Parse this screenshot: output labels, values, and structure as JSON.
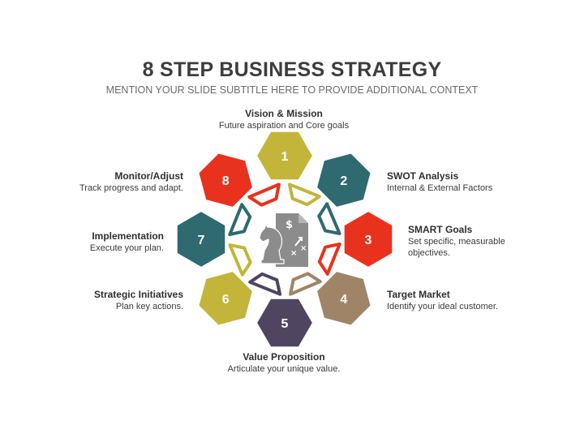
{
  "title": "8 STEP BUSINESS STRATEGY",
  "subtitle": "MENTION YOUR SLIDE SUBTITLE HERE TO PROVIDE ADDITIONAL CONTEXT",
  "steps": [
    {
      "number": "1",
      "heading": "Vision & Mission",
      "desc": "Future aspiration and Core goals",
      "color": "#c3b53a"
    },
    {
      "number": "2",
      "heading": "SWOT Analysis",
      "desc": "Internal & External Factors",
      "color": "#2f6a70"
    },
    {
      "number": "3",
      "heading": "SMART Goals",
      "desc": "Set specific, measurable objectives.",
      "color": "#e8321e"
    },
    {
      "number": "4",
      "heading": "Target Market",
      "desc": "Identify your ideal customer.",
      "color": "#a08468"
    },
    {
      "number": "5",
      "heading": "Value Proposition",
      "desc": "Articulate your unique value.",
      "color": "#4f4560"
    },
    {
      "number": "6",
      "heading": "Strategic Initiatives",
      "desc": "Plan key actions.",
      "color": "#c3b53a"
    },
    {
      "number": "7",
      "heading": "Implementation",
      "desc": "Execute your plan.",
      "color": "#2f6a70"
    },
    {
      "number": "8",
      "heading": "Monitor/Adjust",
      "desc": "Track progress and adapt.",
      "color": "#e8321e"
    }
  ],
  "center_icon": "chess-knight-strategy-icon",
  "icon_color": "#8c8c8c"
}
